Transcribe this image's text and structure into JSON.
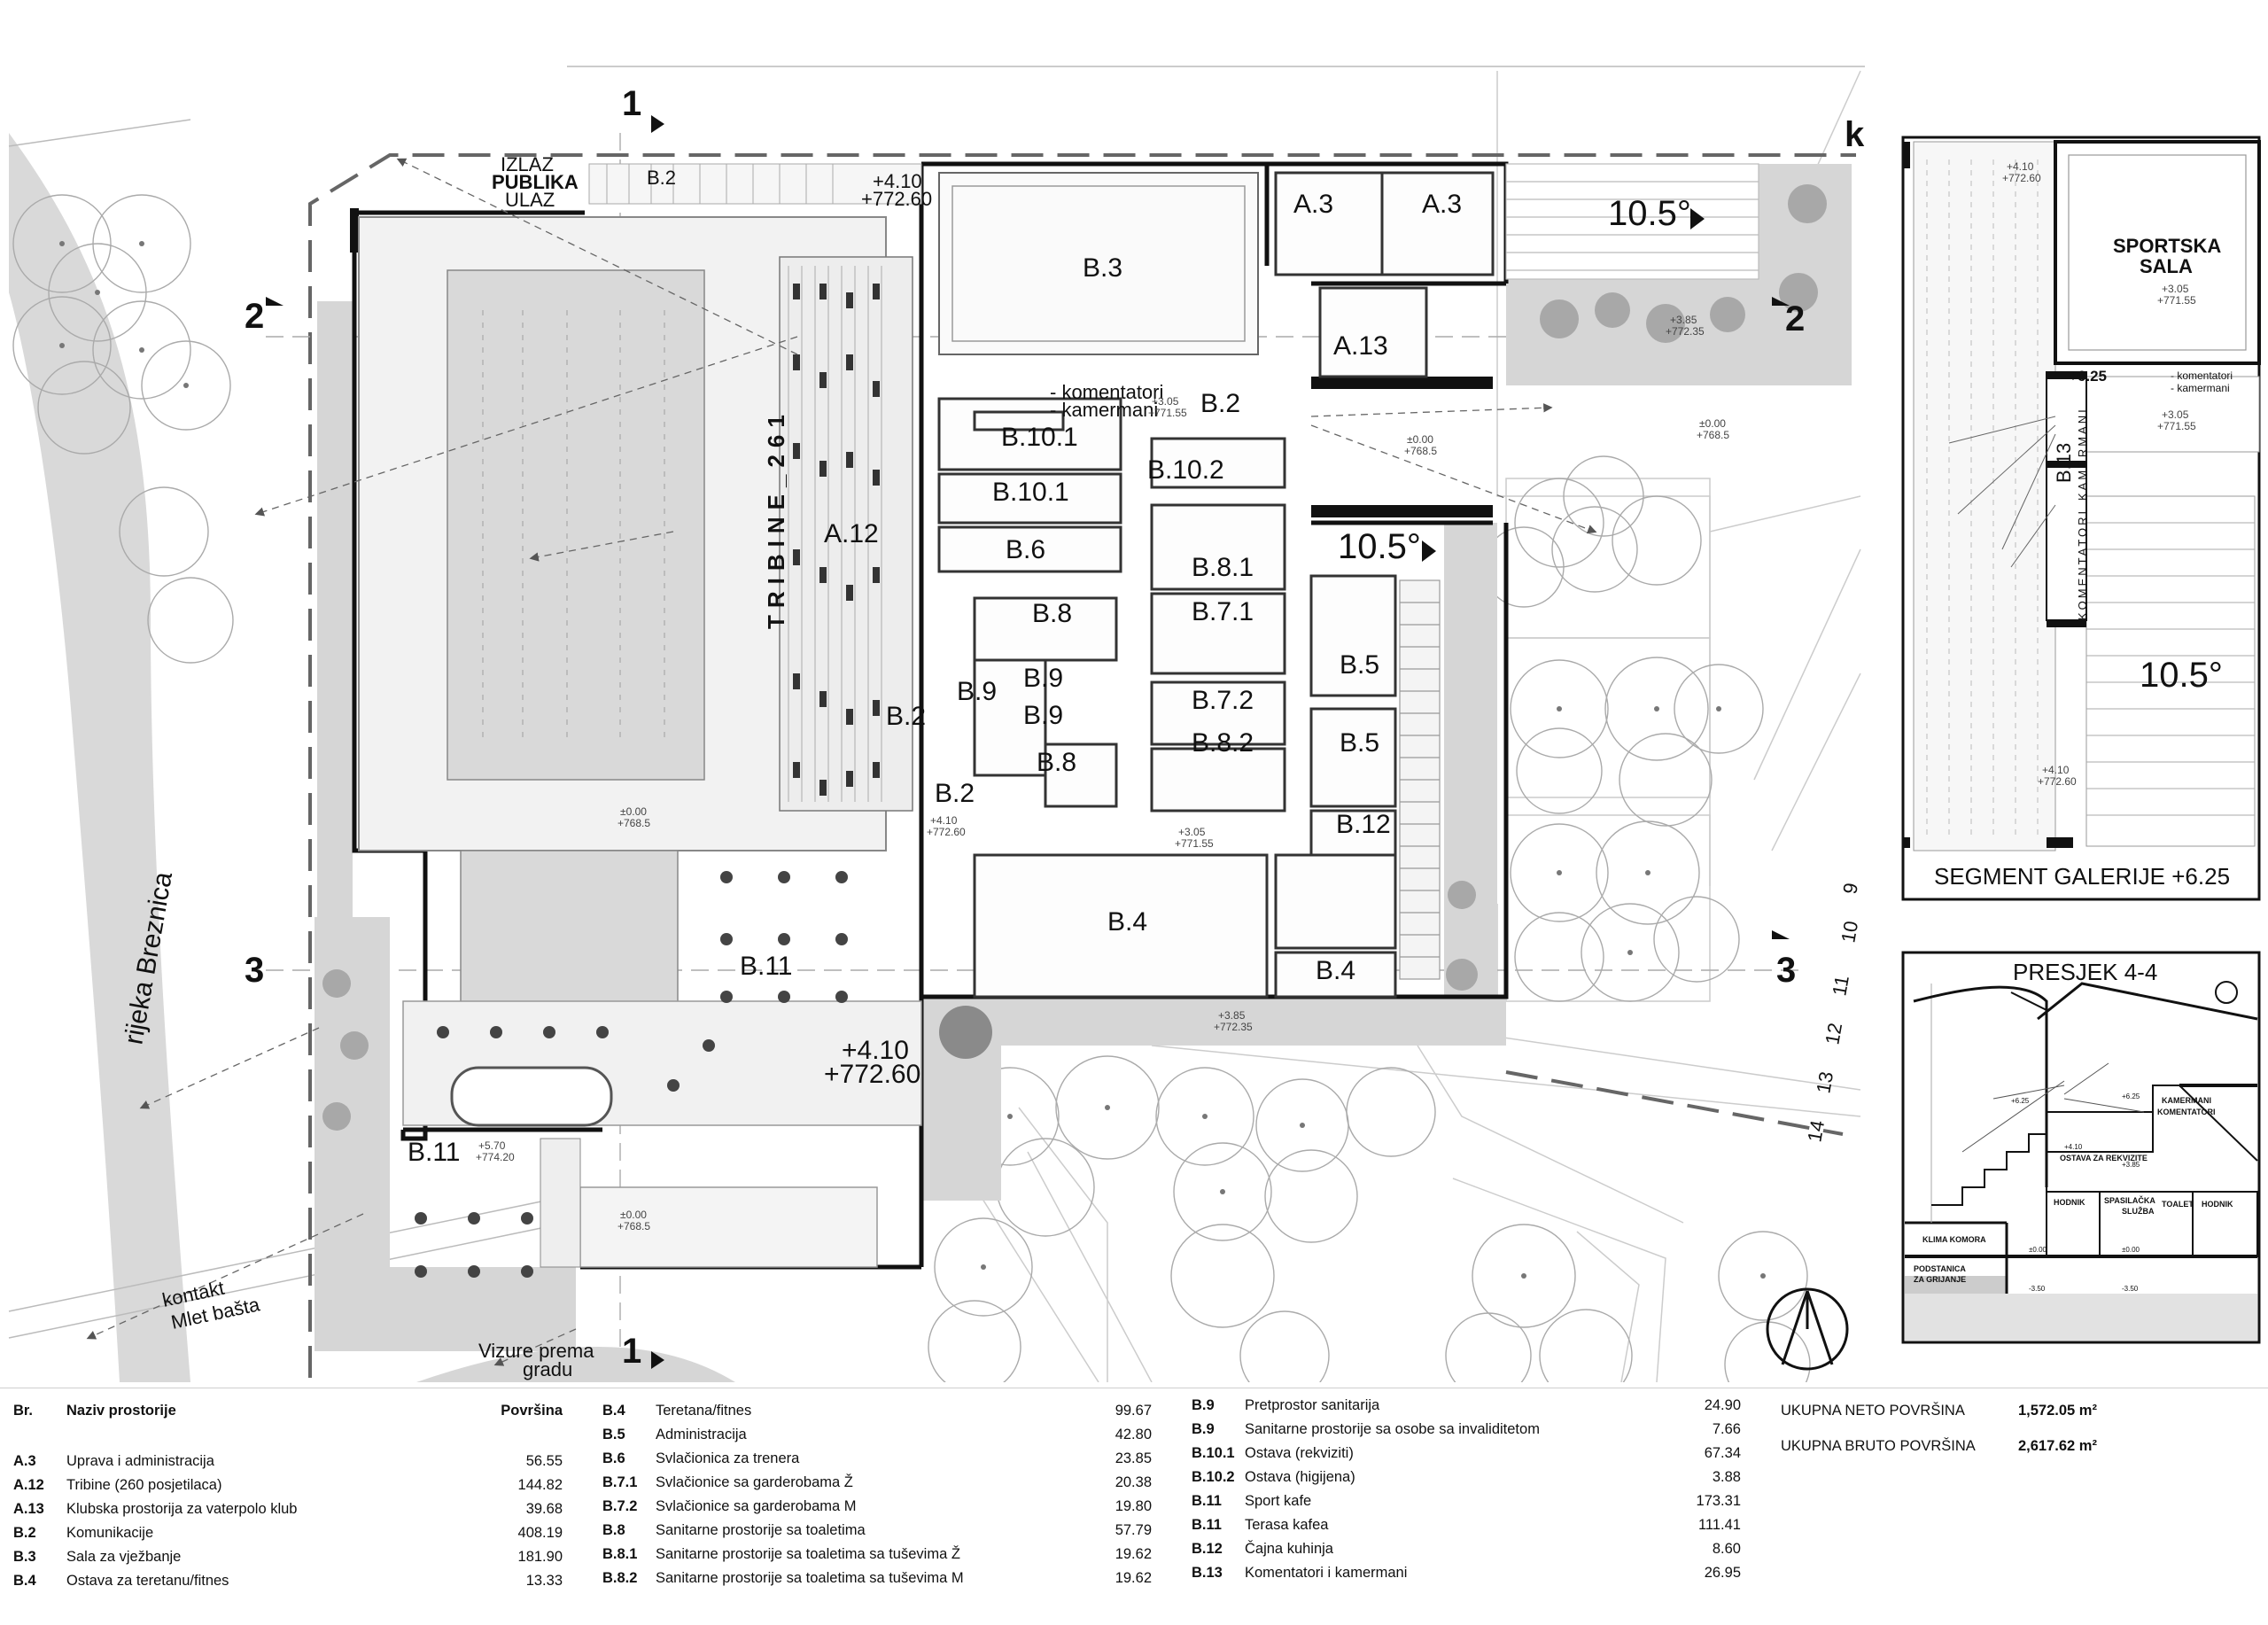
{
  "plan_labels": {
    "section_1": "1",
    "section_2": "2",
    "section_3": "3",
    "marker_k": "k",
    "exit": "IZLAZ",
    "public": "PUBLIKA",
    "entrance": "ULAZ",
    "tribune": "TRIBINE_261",
    "slope_a": "10.5°",
    "slope_b": "10.5°",
    "river": "rijeka Breznica",
    "contact_line1": "kontakt",
    "contact_line2": "Mlet bašta",
    "vista_line1": "Vizure prema",
    "vista_line2": "gradu",
    "komentatori_small": "- komentatori",
    "kamermani_small": "- kamermani",
    "rooms": {
      "b2_top": "B.2",
      "b3": "B.3",
      "a3_a": "A.3",
      "a3_b": "A.3",
      "a13": "A.13",
      "a12": "A.12",
      "b10_1a": "B.10.1",
      "b10_1b": "B.10.1",
      "b10_2": "B.10.2",
      "b2_mid": "B.2",
      "b6": "B.6",
      "b8_1": "B.8.1",
      "b8_top": "B.8",
      "b7_1": "B.7.1",
      "b9_a": "B.9",
      "b9_b": "B.9",
      "b9_c": "B.9",
      "b7_2": "B.7.2",
      "b8_2": "B.8.2",
      "b8_bot": "B.8",
      "b5_a": "B.5",
      "b5_b": "B.5",
      "b2_left": "B.2",
      "b2_low": "B.2",
      "b12": "B.12",
      "b4_big": "B.4",
      "b4_small": "B.4",
      "b11_main": "B.11",
      "b11_low": "B.11"
    },
    "levels": {
      "l1_a": "+4.10",
      "l1_b": "+772.60",
      "l2_a": "+3.05",
      "l2_b": "+771.55",
      "l3_a": "+3.85",
      "l3_b": "+772.35",
      "l4_a": "±0.00",
      "l4_b": "+768.5",
      "l5_a": "±0.00",
      "l5_b": "+768.5",
      "l6_a": "±0.00",
      "l6_b": "+768.5",
      "l7_a": "+4.10",
      "l7_b": "+772.60",
      "l8_a": "+3.05",
      "l8_b": "+771.55",
      "l9_a": "+3.85",
      "l9_b": "+772.35",
      "l10_a": "+4.10",
      "l10_b": "+772.60",
      "l11_a": "+5.70",
      "l11_b": "+774.20",
      "l12_a": "±0.00",
      "l12_b": "+768.5"
    },
    "grid_numbers": [
      "9",
      "10",
      "11",
      "12",
      "13",
      "14"
    ]
  },
  "gallery_inset": {
    "title": "SEGMENT GALERIJE +6.25",
    "sport_hall_line1": "SPORTSKA",
    "sport_hall_line2": "SALA",
    "b13": "B.13",
    "kamermani": "KAMERMANI",
    "komentatori": "KOMENTATORI",
    "level": "+6.25",
    "slope": "10.5°",
    "komentatori_small": "- komentatori",
    "kamermani_small": "- kamermani",
    "lv_a1": "+4.10",
    "lv_a2": "+772.60",
    "lv_b1": "+3.05",
    "lv_b2": "+771.55",
    "lv_c1": "+3.05",
    "lv_c2": "+771.55",
    "lv_d1": "+4.10",
    "lv_d2": "+772.60"
  },
  "section_inset": {
    "title": "PRESJEK 4-4",
    "rooms": [
      "KAMERMANI",
      "KOMENTATORI",
      "OSTAVA ZA REKVIZITE",
      "HODNIK",
      "SPASILAČKA",
      "SLUŽBA",
      "TOALET",
      "HODNIK",
      "KLIMA KOMORA",
      "PODSTANICA",
      "ZA GRIJANJE"
    ],
    "levels": [
      "+6.25",
      "+6.25",
      "+4.10",
      "+3.85",
      "±0.00",
      "±0.00",
      "-3.50",
      "-3.50"
    ]
  },
  "schedule": {
    "header": {
      "code": "Br.",
      "name": "Naziv prostorije",
      "area": "Površina"
    },
    "col1": [
      {
        "code": "A.3",
        "name": "Uprava i administracija",
        "area": "56.55"
      },
      {
        "code": "A.12",
        "name": "Tribine (260 posjetilaca)",
        "area": "144.82"
      },
      {
        "code": "A.13",
        "name": "Klubska prostorija za vaterpolo klub",
        "area": "39.68"
      },
      {
        "code": "B.2",
        "name": "Komunikacije",
        "area": "408.19"
      },
      {
        "code": "B.3",
        "name": "Sala za vježbanje",
        "area": "181.90"
      },
      {
        "code": "B.4",
        "name": "Ostava za teretanu/fitnes",
        "area": "13.33"
      }
    ],
    "col2": [
      {
        "code": "B.4",
        "name": "Teretana/fitnes",
        "area": "99.67"
      },
      {
        "code": "B.5",
        "name": "Administracija",
        "area": "42.80"
      },
      {
        "code": "B.6",
        "name": "Svlačionica za trenera",
        "area": "23.85"
      },
      {
        "code": "B.7.1",
        "name": "Svlačionice sa garderobama Ž",
        "area": "20.38"
      },
      {
        "code": "B.7.2",
        "name": "Svlačionice sa garderobama M",
        "area": "19.80"
      },
      {
        "code": "B.8",
        "name": "Sanitarne prostorije sa toaletima",
        "area": "57.79"
      },
      {
        "code": "B.8.1",
        "name": "Sanitarne prostorije sa toaletima sa tuševima Ž",
        "area": "19.62"
      },
      {
        "code": "B.8.2",
        "name": "Sanitarne prostorije sa toaletima sa tuševima M",
        "area": "19.62"
      }
    ],
    "col3": [
      {
        "code": "B.9",
        "name": "Pretprostor sanitarija",
        "area": "24.90"
      },
      {
        "code": "B.9",
        "name": "Sanitarne prostorije sa osobe sa invaliditetom",
        "area": "7.66"
      },
      {
        "code": "B.10.1",
        "name": "Ostava (rekviziti)",
        "area": "67.34"
      },
      {
        "code": "B.10.2",
        "name": "Ostava (higijena)",
        "area": "3.88"
      },
      {
        "code": "B.11",
        "name": "Sport kafe",
        "area": "173.31"
      },
      {
        "code": "B.11",
        "name": "Terasa kafea",
        "area": "111.41"
      },
      {
        "code": "B.12",
        "name": "Čajna kuhinja",
        "area": "8.60"
      },
      {
        "code": "B.13",
        "name": "Komentatori i kamermani",
        "area": "26.95"
      }
    ],
    "totals": [
      {
        "label": "UKUPNA NETO POVRŠINA",
        "value": "1,572.05 m²"
      },
      {
        "label": "UKUPNA BRUTO POVRŠINA",
        "value": "2,617.62 m²"
      }
    ]
  }
}
